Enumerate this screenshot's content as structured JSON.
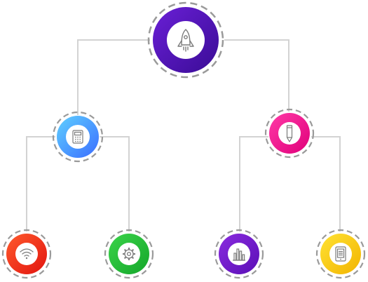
{
  "diagram": {
    "connector_color": "#d3d3d3",
    "ring_color": "#9a9a9a",
    "nodes": [
      {
        "id": "root",
        "icon": "rocket-icon",
        "colors": [
          "#6a1fd6",
          "#3a0c96"
        ]
      },
      {
        "id": "left",
        "icon": "calculator-icon",
        "colors": [
          "#5fd0ff",
          "#3b6dff"
        ]
      },
      {
        "id": "right",
        "icon": "pencil-icon",
        "colors": [
          "#ff3aa7",
          "#e0007a"
        ]
      },
      {
        "id": "leaf1",
        "icon": "wifi-icon",
        "colors": [
          "#ff5a2c",
          "#e2140f"
        ]
      },
      {
        "id": "leaf2",
        "icon": "gear-icon",
        "colors": [
          "#3bd44a",
          "#14a62a"
        ]
      },
      {
        "id": "leaf3",
        "icon": "bar-chart-icon",
        "colors": [
          "#8a2bdf",
          "#5a0fb6"
        ]
      },
      {
        "id": "leaf4",
        "icon": "tablet-icon",
        "colors": [
          "#ffe233",
          "#f2b400"
        ]
      }
    ]
  }
}
